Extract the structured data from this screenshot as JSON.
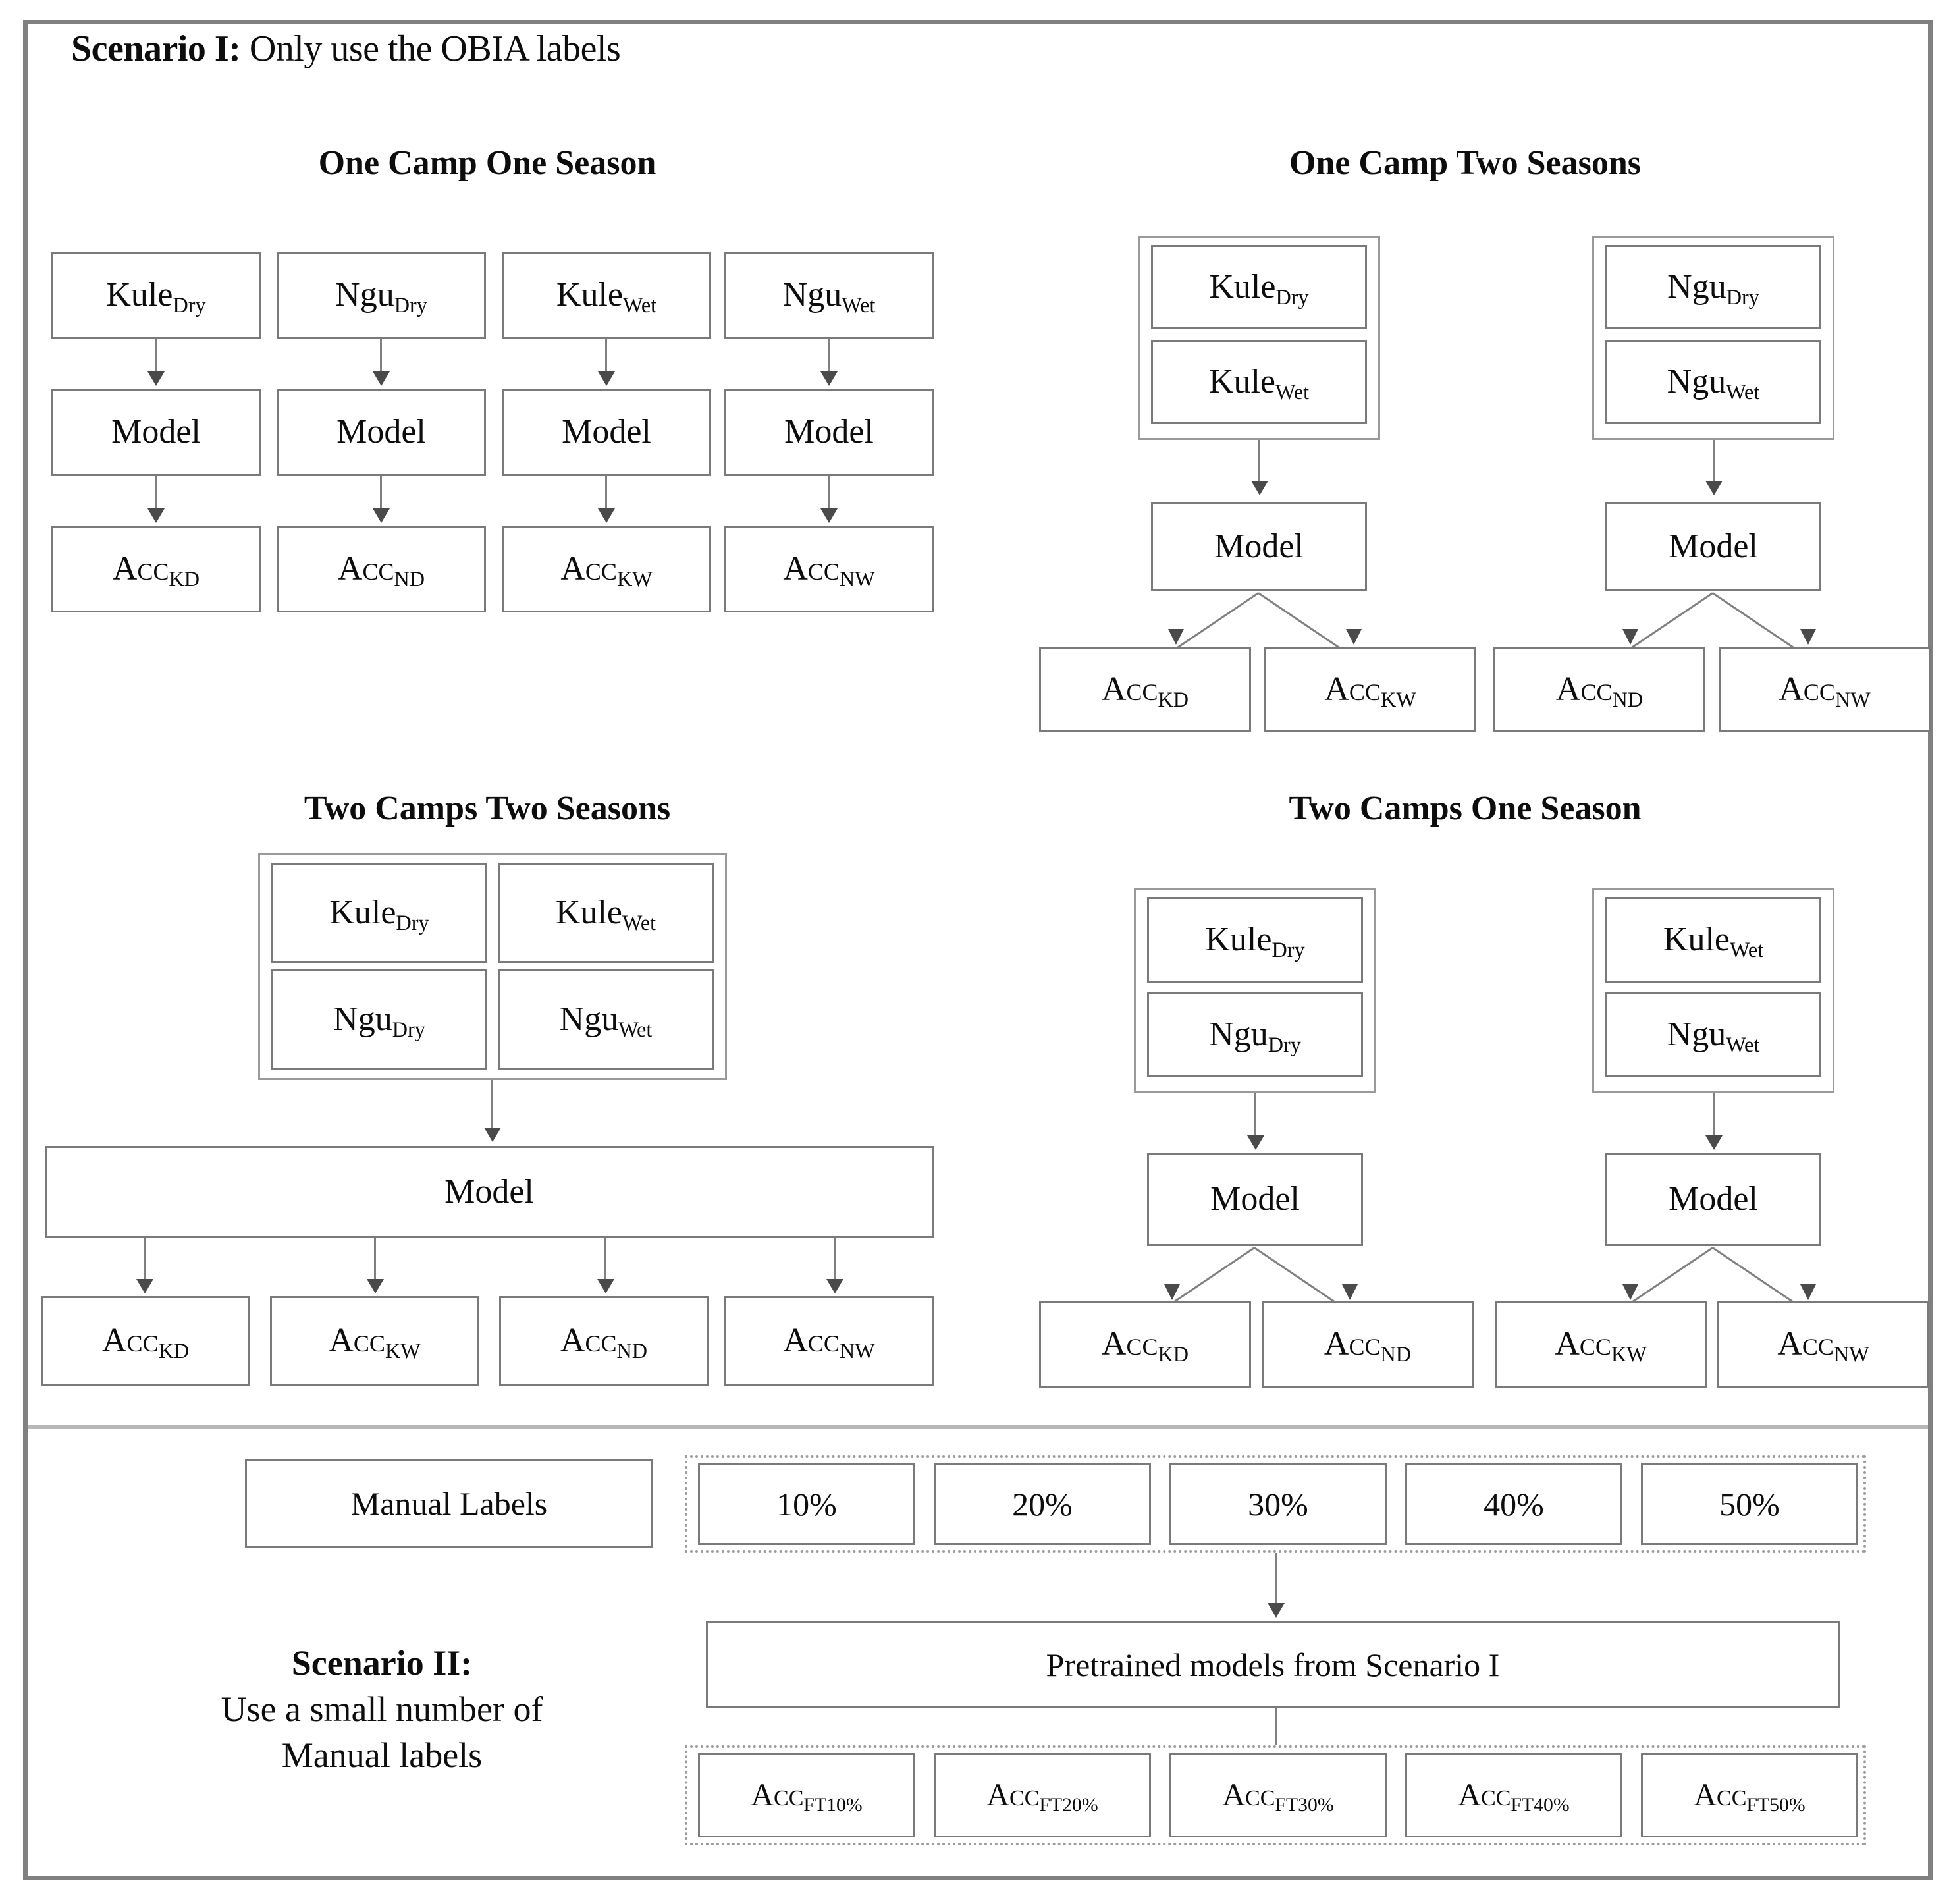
{
  "scenario_one": {
    "prefix": "Scenario I:",
    "rest": " Only use the OBIA labels",
    "groups": [
      {
        "title": "One Camp One Season",
        "columns": [
          {
            "input": "Kule",
            "input_sub": "Dry",
            "model": "Model",
            "acc": "Acc",
            "acc_sub": "KD"
          },
          {
            "input": "Ngu",
            "input_sub": "Dry",
            "model": "Model",
            "acc": "Acc",
            "acc_sub": "ND"
          },
          {
            "input": "Kule",
            "input_sub": "Wet",
            "model": "Model",
            "acc": "Acc",
            "acc_sub": "KW"
          },
          {
            "input": "Ngu",
            "input_sub": "Wet",
            "model": "Model",
            "acc": "Acc",
            "acc_sub": "NW"
          }
        ]
      },
      {
        "title": "One Camp Two Seasons",
        "branches": [
          {
            "inputs": [
              {
                "name": "Kule",
                "sub": "Dry"
              },
              {
                "name": "Kule",
                "sub": "Wet"
              }
            ],
            "model": "Model",
            "accs": [
              {
                "name": "Acc",
                "sub": "KD"
              },
              {
                "name": "Acc",
                "sub": "KW"
              }
            ]
          },
          {
            "inputs": [
              {
                "name": "Ngu",
                "sub": "Dry"
              },
              {
                "name": "Ngu",
                "sub": "Wet"
              }
            ],
            "model": "Model",
            "accs": [
              {
                "name": "Acc",
                "sub": "ND"
              },
              {
                "name": "Acc",
                "sub": "NW"
              }
            ]
          }
        ]
      },
      {
        "title": "Two Camps Two Seasons",
        "inputs": [
          {
            "name": "Kule",
            "sub": "Dry"
          },
          {
            "name": "Kule",
            "sub": "Wet"
          },
          {
            "name": "Ngu",
            "sub": "Dry"
          },
          {
            "name": "Ngu",
            "sub": "Wet"
          }
        ],
        "model": "Model",
        "accs": [
          {
            "name": "Acc",
            "sub": "KD"
          },
          {
            "name": "Acc",
            "sub": "KW"
          },
          {
            "name": "Acc",
            "sub": "ND"
          },
          {
            "name": "Acc",
            "sub": "NW"
          }
        ]
      },
      {
        "title": "Two Camps One Season",
        "branches": [
          {
            "inputs": [
              {
                "name": "Kule",
                "sub": "Dry"
              },
              {
                "name": "Ngu",
                "sub": "Dry"
              }
            ],
            "model": "Model",
            "accs": [
              {
                "name": "Acc",
                "sub": "KD"
              },
              {
                "name": "Acc",
                "sub": "ND"
              }
            ]
          },
          {
            "inputs": [
              {
                "name": "Kule",
                "sub": "Wet"
              },
              {
                "name": "Ngu",
                "sub": "Wet"
              }
            ],
            "model": "Model",
            "accs": [
              {
                "name": "Acc",
                "sub": "KW"
              },
              {
                "name": "Acc",
                "sub": "NW"
              }
            ]
          }
        ]
      }
    ]
  },
  "scenario_two": {
    "heading": "Scenario II:",
    "line1": "Use a small number of",
    "line2": "Manual labels",
    "manual_labels_box": "Manual Labels",
    "percents": [
      "10%",
      "20%",
      "30%",
      "40%",
      "50%"
    ],
    "pretrained_box": "Pretrained models from Scenario I",
    "results": [
      {
        "name": "Acc",
        "sub": "FT10%"
      },
      {
        "name": "Acc",
        "sub": "FT20%"
      },
      {
        "name": "Acc",
        "sub": "FT30%"
      },
      {
        "name": "Acc",
        "sub": "FT40%"
      },
      {
        "name": "Acc",
        "sub": "FT50%"
      }
    ]
  },
  "colors": {
    "frame": "#808080",
    "box_border": "#7a7a7a",
    "group_border": "#9a9a9a",
    "dashed_border": "#9c9c9c",
    "connector": "#808080",
    "text": "#0d0d0d"
  }
}
